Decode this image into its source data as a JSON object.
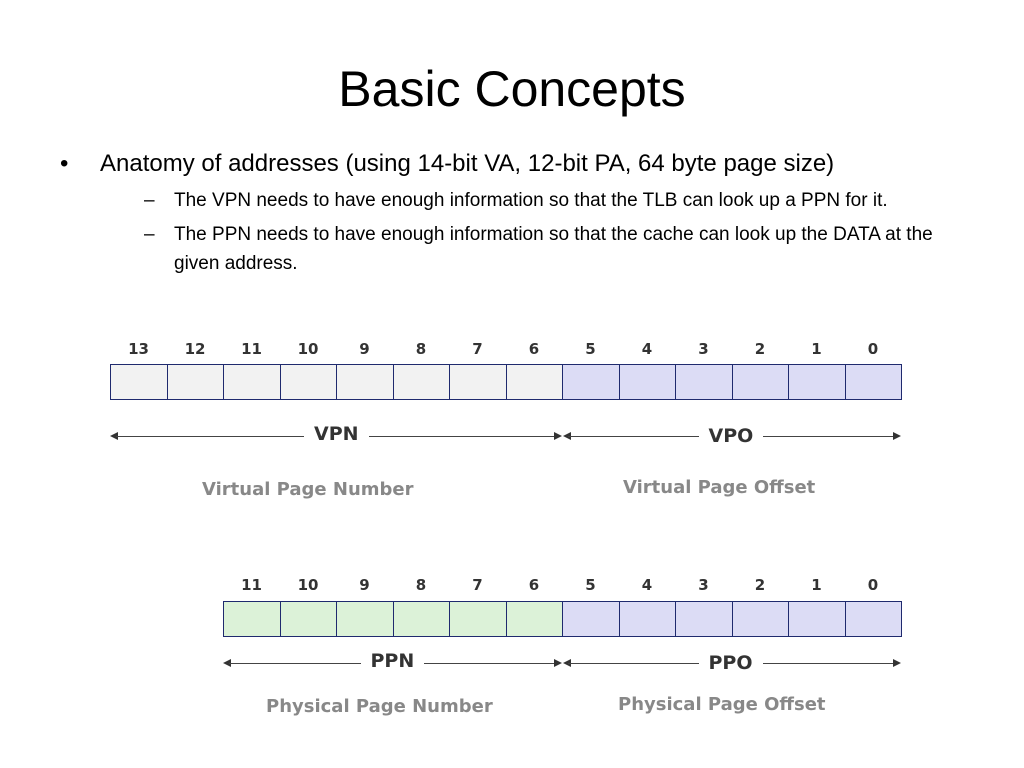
{
  "slide": {
    "title": "Basic Concepts",
    "bullet": "Anatomy of addresses (using 14-bit VA, 12-bit PA, 64 byte page size)",
    "subbullets": [
      "The VPN needs to have enough information so that the TLB can look up a PPN for it.",
      "The PPN needs to have enough information so that the cache can look up the DATA at the given address."
    ],
    "bullet_glyph": "•",
    "dash_glyph": "–"
  },
  "virtual": {
    "bits": [
      "13",
      "12",
      "11",
      "10",
      "9",
      "8",
      "7",
      "6",
      "5",
      "4",
      "3",
      "2",
      "1",
      "0"
    ],
    "upper_label": "VPN",
    "lower_label": "VPO",
    "upper_desc": "Virtual Page Number",
    "lower_desc": "Virtual Page Offset",
    "upper_color": "#f2f2f2",
    "lower_color": "#dcdcf5"
  },
  "physical": {
    "bits": [
      "11",
      "10",
      "9",
      "8",
      "7",
      "6",
      "5",
      "4",
      "3",
      "2",
      "1",
      "0"
    ],
    "upper_label": "PPN",
    "lower_label": "PPO",
    "upper_desc": "Physical Page Number",
    "lower_desc": "Physical Page Offset",
    "upper_color": "#dcf2d8",
    "lower_color": "#dcdcf5"
  }
}
